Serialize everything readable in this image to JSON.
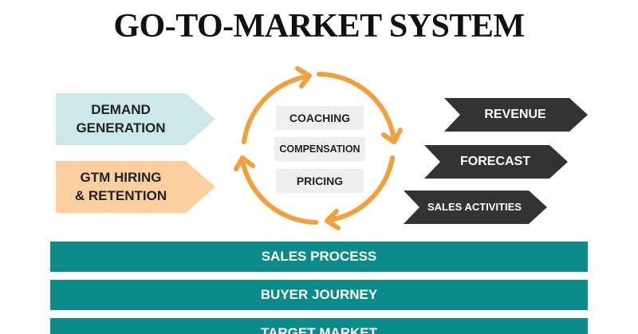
{
  "title": "GO-TO-MARKET SYSTEM",
  "left_arrows": [
    {
      "line1": "DEMAND",
      "line2": "GENERATION",
      "color": "#cde8e8"
    },
    {
      "line1": "GTM HIRING",
      "line2": "& RETENTION",
      "color": "#fbcf9e"
    }
  ],
  "cycle": {
    "items": [
      "COACHING",
      "COMPENSATION",
      "PRICING"
    ],
    "arrow_color": "#f29f3d",
    "box_color": "#efefef"
  },
  "right_arrows": [
    {
      "label": "REVENUE"
    },
    {
      "label": "FORECAST"
    },
    {
      "label": "SALES ACTIVITIES"
    }
  ],
  "right_arrow_color": "#333333",
  "foundation_bars": [
    {
      "label": "SALES PROCESS"
    },
    {
      "label": "BUYER JOURNEY"
    },
    {
      "label": "TARGET MARKET"
    }
  ],
  "bar_color": "#0b8a8a"
}
